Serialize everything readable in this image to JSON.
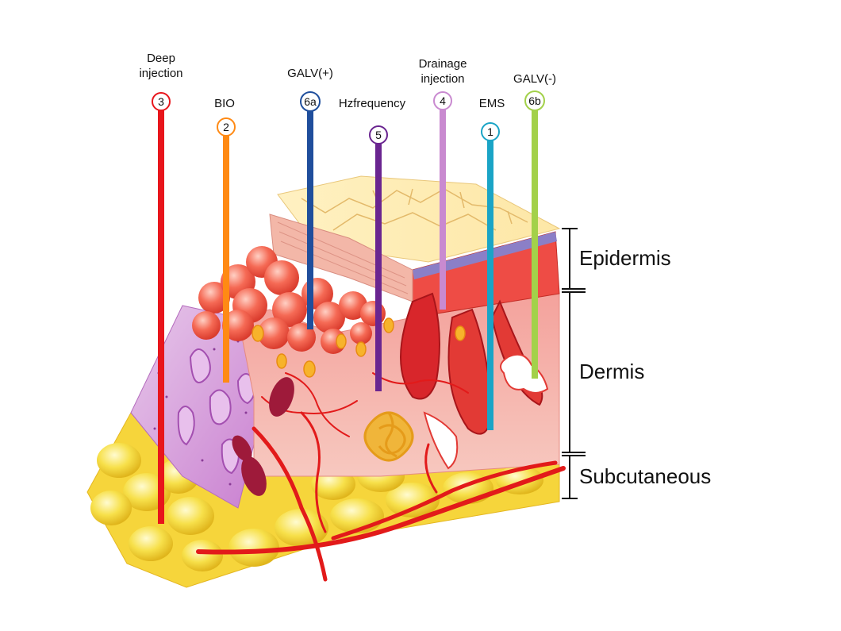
{
  "probes": [
    {
      "id": "p3",
      "number": "3",
      "label_lines": [
        "Deep",
        "injection"
      ],
      "color": "#e8151b"
    },
    {
      "id": "p2",
      "number": "2",
      "label_lines": [
        "BIO"
      ],
      "color": "#ff8a14"
    },
    {
      "id": "p6a",
      "number": "6a",
      "label_lines": [
        "GALV(+)"
      ],
      "color": "#1f4e9c"
    },
    {
      "id": "p5",
      "number": "5",
      "label_lines": [
        "Hzfrequency"
      ],
      "color": "#6a2590"
    },
    {
      "id": "p4",
      "number": "4",
      "label_lines": [
        "Drainage",
        "injection"
      ],
      "color": "#c98ad0"
    },
    {
      "id": "p1",
      "number": "1",
      "label_lines": [
        "EMS"
      ],
      "color": "#1aa4c6"
    },
    {
      "id": "p6b",
      "number": "6b",
      "label_lines": [
        "GALV(-)"
      ],
      "color": "#a3d14a"
    }
  ],
  "layers": [
    {
      "id": "epidermis",
      "label": "Epidermis"
    },
    {
      "id": "dermis",
      "label": "Dermis"
    },
    {
      "id": "subcutaneous",
      "label": "Subcutaneous"
    }
  ]
}
